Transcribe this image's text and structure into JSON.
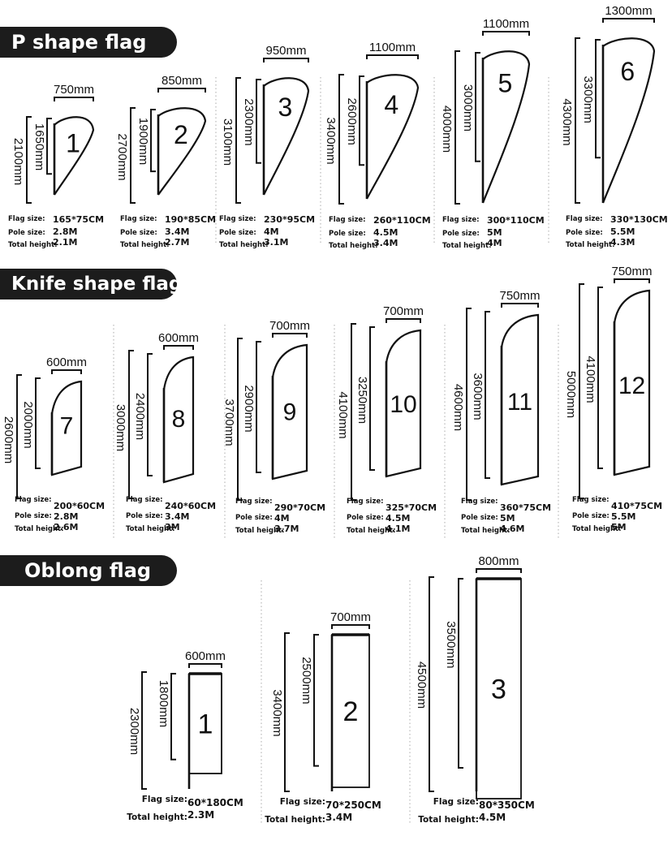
{
  "sections": {
    "p_shape": {
      "title": "P shape flag"
    },
    "knife": {
      "title": "Knife shape flag"
    },
    "oblong": {
      "title": "Oblong flag"
    }
  },
  "labels": {
    "flag_size": "Flag size:",
    "pole_size": "Pole size:",
    "total_height": "Total height:"
  },
  "p_shape_flags": [
    {
      "number": "1",
      "width": "750mm",
      "flag_height": "1650mm",
      "total_dim": "2100mm",
      "flag_size": "165*75CM",
      "pole_size": "2.8M",
      "total_height": "2.1M"
    },
    {
      "number": "2",
      "width": "850mm",
      "flag_height": "1900mm",
      "total_dim": "2700mm",
      "flag_size": "190*85CM",
      "pole_size": "3.4M",
      "total_height": "2.7M"
    },
    {
      "number": "3",
      "width": "950mm",
      "flag_height": "2300mm",
      "total_dim": "3100mm",
      "flag_size": "230*95CM",
      "pole_size": "4M",
      "total_height": "3.1M"
    },
    {
      "number": "4",
      "width": "1100mm",
      "flag_height": "2600mm",
      "total_dim": "3400mm",
      "flag_size": "260*110CM",
      "pole_size": "4.5M",
      "total_height": "3.4M"
    },
    {
      "number": "5",
      "width": "1100mm",
      "flag_height": "3000mm",
      "total_dim": "4000mm",
      "flag_size": "300*110CM",
      "pole_size": "5M",
      "total_height": "4M"
    },
    {
      "number": "6",
      "width": "1300mm",
      "flag_height": "3300mm",
      "total_dim": "4300mm",
      "flag_size": "330*130CM",
      "pole_size": "5.5M",
      "total_height": "4.3M"
    }
  ],
  "knife_flags": [
    {
      "number": "7",
      "width": "600mm",
      "flag_height": "2000mm",
      "total_dim": "2600mm",
      "flag_size": "200*60CM",
      "pole_size": "2.8M",
      "total_height": "2.6M"
    },
    {
      "number": "8",
      "width": "600mm",
      "flag_height": "2400mm",
      "total_dim": "3000mm",
      "flag_size": "240*60CM",
      "pole_size": "3.4M",
      "total_height": "3M"
    },
    {
      "number": "9",
      "width": "700mm",
      "flag_height": "2900mm",
      "total_dim": "3700mm",
      "flag_size": "290*70CM",
      "pole_size": "4M",
      "total_height": "3.7M"
    },
    {
      "number": "10",
      "width": "700mm",
      "flag_height": "3250mm",
      "total_dim": "4100mm",
      "flag_size": "325*70CM",
      "pole_size": "4.5M",
      "total_height": "4.1M"
    },
    {
      "number": "11",
      "width": "750mm",
      "flag_height": "3600mm",
      "total_dim": "4600mm",
      "flag_size": "360*75CM",
      "pole_size": "5M",
      "total_height": "4.6M"
    },
    {
      "number": "12",
      "width": "750mm",
      "flag_height": "4100mm",
      "total_dim": "5000mm",
      "flag_size": "410*75CM",
      "pole_size": "5.5M",
      "total_height": "5M"
    }
  ],
  "oblong_flags": [
    {
      "number": "1",
      "width": "600mm",
      "flag_height": "1800mm",
      "total_dim": "2300mm",
      "flag_size": "60*180CM",
      "total_height": "2.3M"
    },
    {
      "number": "2",
      "width": "700mm",
      "flag_height": "2500mm",
      "total_dim": "3400mm",
      "flag_size": "70*250CM",
      "total_height": "3.4M"
    },
    {
      "number": "3",
      "width": "800mm",
      "flag_height": "3500mm",
      "total_dim": "4500mm",
      "flag_size": "80*350CM",
      "total_height": "4.5M"
    }
  ]
}
